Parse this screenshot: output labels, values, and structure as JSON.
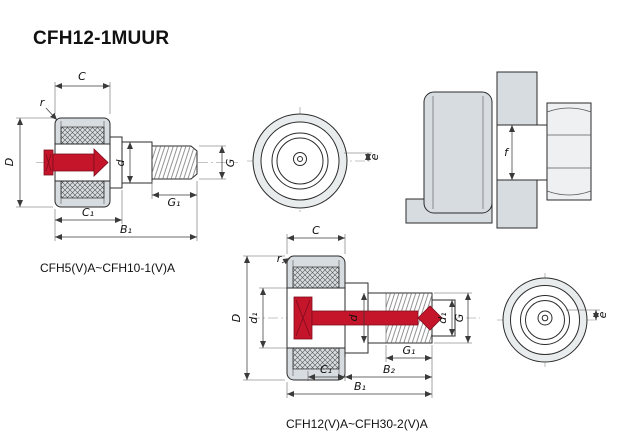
{
  "title": "CFH12-1MUUR",
  "colors": {
    "gray": "#d7dce0",
    "lightgray": "#e9eced",
    "red": "#c4152b",
    "red_dark": "#7e0d1d",
    "line": "#2b2b2b"
  },
  "top_drawing": {
    "caption": "CFH5(V)A~CFH10-1(V)A",
    "dims": {
      "C": "C",
      "r": "r",
      "D": "D",
      "d": "d",
      "G": "G",
      "G1": "G₁",
      "C1": "C₁",
      "B1": "B₁"
    }
  },
  "top_front_view": {
    "e": "e"
  },
  "side_view": {
    "f": "f"
  },
  "bottom_drawing": {
    "caption": "CFH12(V)A~CFH30-2(V)A",
    "dims": {
      "C": "C",
      "r": "r",
      "D": "D",
      "d1": "d₁",
      "d": "d",
      "G": "G",
      "G1": "G₁",
      "C1": "C₁",
      "B2": "B₂",
      "B1": "B₁"
    }
  },
  "bottom_front_view": {
    "e": "e"
  }
}
